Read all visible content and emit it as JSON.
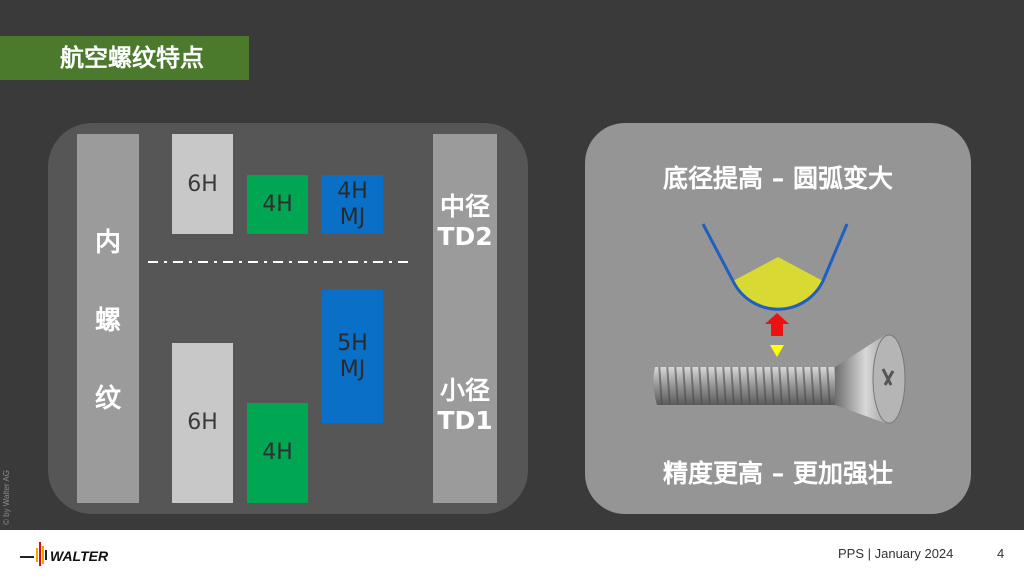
{
  "title": "航空螺纹特点",
  "left": {
    "inner_chars": [
      "内",
      "螺",
      "纹"
    ],
    "upper_label": [
      "中径",
      "TD2"
    ],
    "lower_label": [
      "小径",
      "TD1"
    ],
    "top_boxes": {
      "gray": "6H",
      "green": "4H",
      "blue": [
        "4H",
        "MJ"
      ]
    },
    "bottom_boxes": {
      "gray": "6H",
      "green": "4H",
      "blue": [
        "5H",
        "MJ"
      ]
    }
  },
  "right": {
    "top_text": "底径提高 – 圆弧变大",
    "bottom_text": "精度更高 – 更加强壮"
  },
  "footer": {
    "brand": "WALTER",
    "doc": "PPS | January 2024",
    "page": "4",
    "copyright": "© by Walter AG"
  },
  "colors": {
    "title_bar": "#4b7a2c",
    "green_box": "#00a651",
    "blue_box": "#0a6fc6",
    "gray_box": "#c8c8c8"
  }
}
